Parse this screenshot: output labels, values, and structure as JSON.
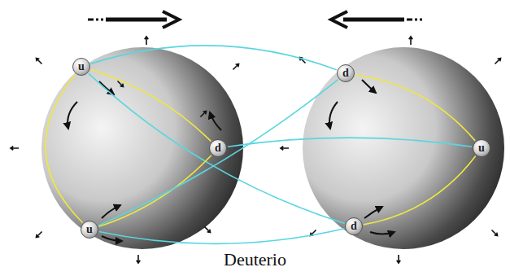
{
  "diagram": {
    "caption": "Deuterio",
    "nodes": [
      {
        "text": [
          "u"
        ]
      },
      {
        "text": [
          "d"
        ]
      },
      {
        "text": [
          "d"
        ]
      },
      {
        "text": [
          "u"
        ]
      },
      {
        "text": [
          "u"
        ]
      },
      {
        "text": [
          "d"
        ]
      }
    ],
    "edges": [
      {
        "from": 0,
        "to": 1,
        "arrow": "none"
      },
      {
        "from": 0,
        "to": 5,
        "arrow": "none"
      },
      {
        "from": 0,
        "to": 2,
        "arrow": "none"
      },
      {
        "from": 4,
        "to": 2,
        "arrow": "none"
      },
      {
        "from": 0,
        "to": 4,
        "arrow": "none"
      },
      {
        "from": 4,
        "to": 5,
        "arrow": "none"
      },
      {
        "from": 4,
        "to": 1,
        "arrow": "none"
      },
      {
        "from": 2,
        "to": 3,
        "arrow": "none"
      },
      {
        "from": 1,
        "to": 3,
        "arrow": "none"
      },
      {
        "from": 5,
        "to": 3,
        "arrow": "none"
      }
    ]
  }
}
